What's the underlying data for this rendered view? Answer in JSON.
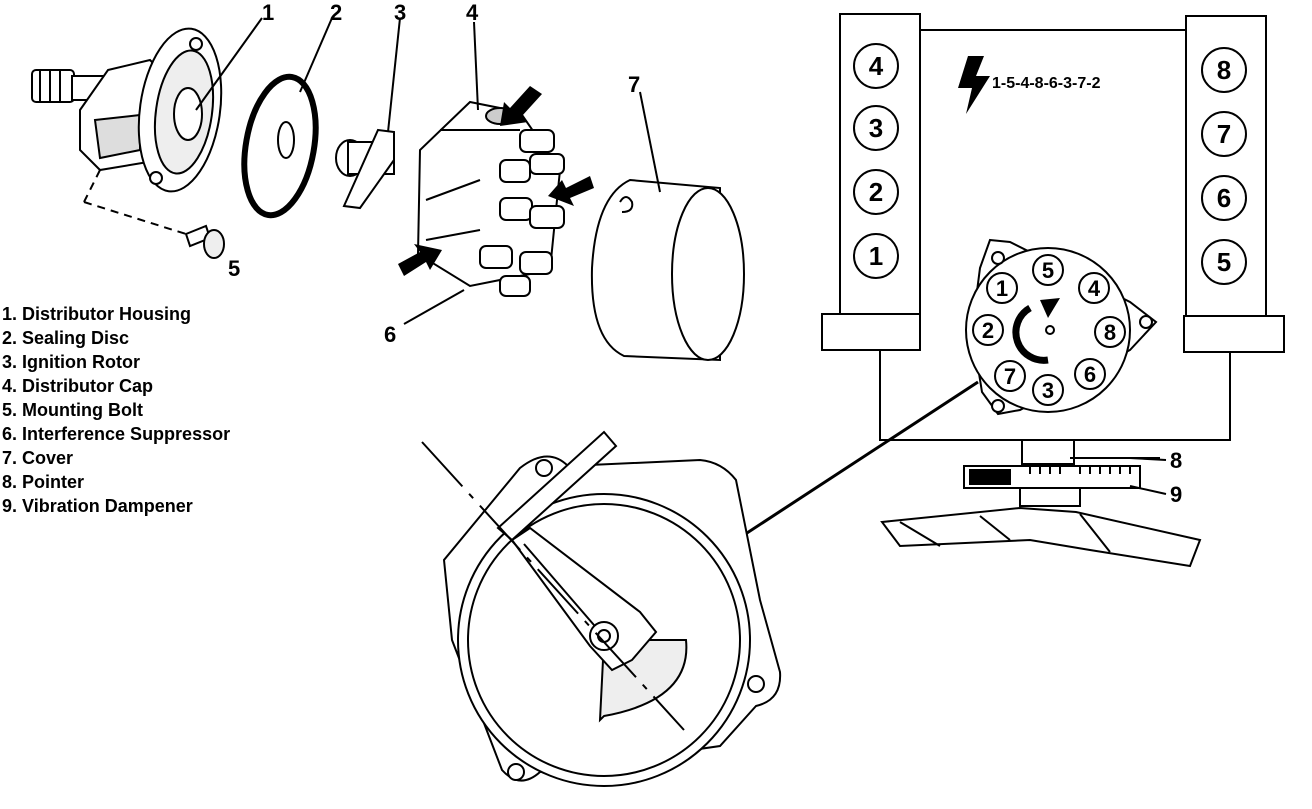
{
  "callouts": [
    "1",
    "2",
    "3",
    "4",
    "5",
    "6",
    "7",
    "8",
    "9"
  ],
  "legend": [
    "1. Distributor Housing",
    "2. Sealing Disc",
    "3. Ignition Rotor",
    "4. Distributor Cap",
    "5. Mounting Bolt",
    "6. Interference Suppressor",
    "7. Cover",
    "8. Pointer",
    "9. Vibration Dampener"
  ],
  "firing_order": "1-5-4-8-6-3-7-2",
  "left_bank_cylinders": [
    "4",
    "3",
    "2",
    "1"
  ],
  "right_bank_cylinders": [
    "8",
    "7",
    "6",
    "5"
  ],
  "cap_terminals": [
    "5",
    "4",
    "8",
    "6",
    "3",
    "7",
    "2",
    "1"
  ],
  "icons": {
    "firing_order_symbol": "lightning-bolt-icon",
    "rotation_direction": "clockwise-arrow-icon"
  }
}
